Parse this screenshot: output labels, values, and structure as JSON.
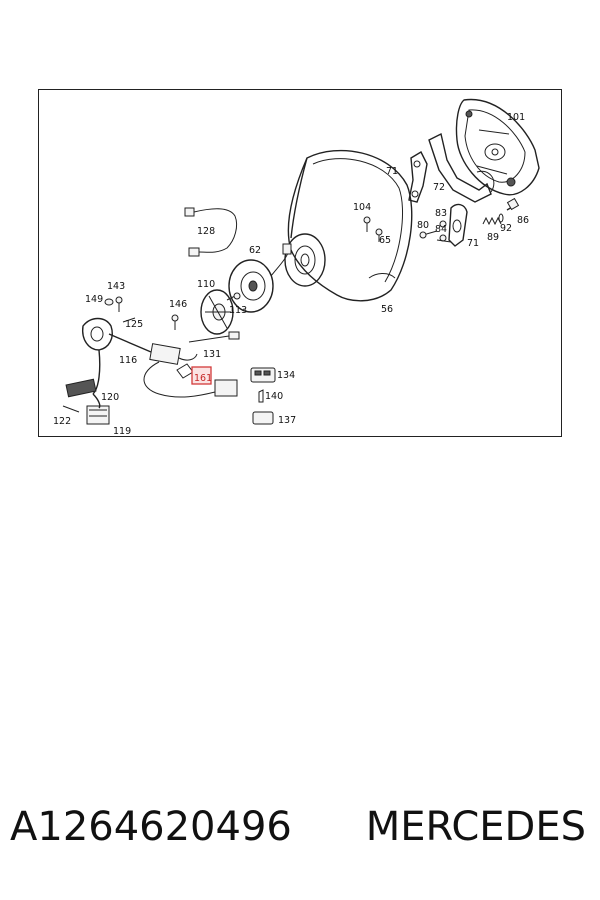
{
  "diagram": {
    "labels": {
      "l101": "101",
      "l71a": "71",
      "l72": "72",
      "l104": "104",
      "l65": "65",
      "l80": "80",
      "l83": "83",
      "l84": "84",
      "l71b": "71",
      "l89": "89",
      "l92": "92",
      "l86": "86",
      "l128": "128",
      "l62": "62",
      "l143": "143",
      "l149": "149",
      "l146": "146",
      "l110": "110",
      "l113": "113",
      "l125": "125",
      "l116": "116",
      "l131": "131",
      "l161": "161",
      "l134": "134",
      "l140": "140",
      "l137": "137",
      "l120": "120",
      "l122": "122",
      "l119": "119",
      "l56": "56"
    },
    "highlighted_part": "161",
    "highlight_color": "#d23a3a"
  },
  "footer": {
    "part_number": "A1264620496",
    "brand": "MERCEDES"
  }
}
